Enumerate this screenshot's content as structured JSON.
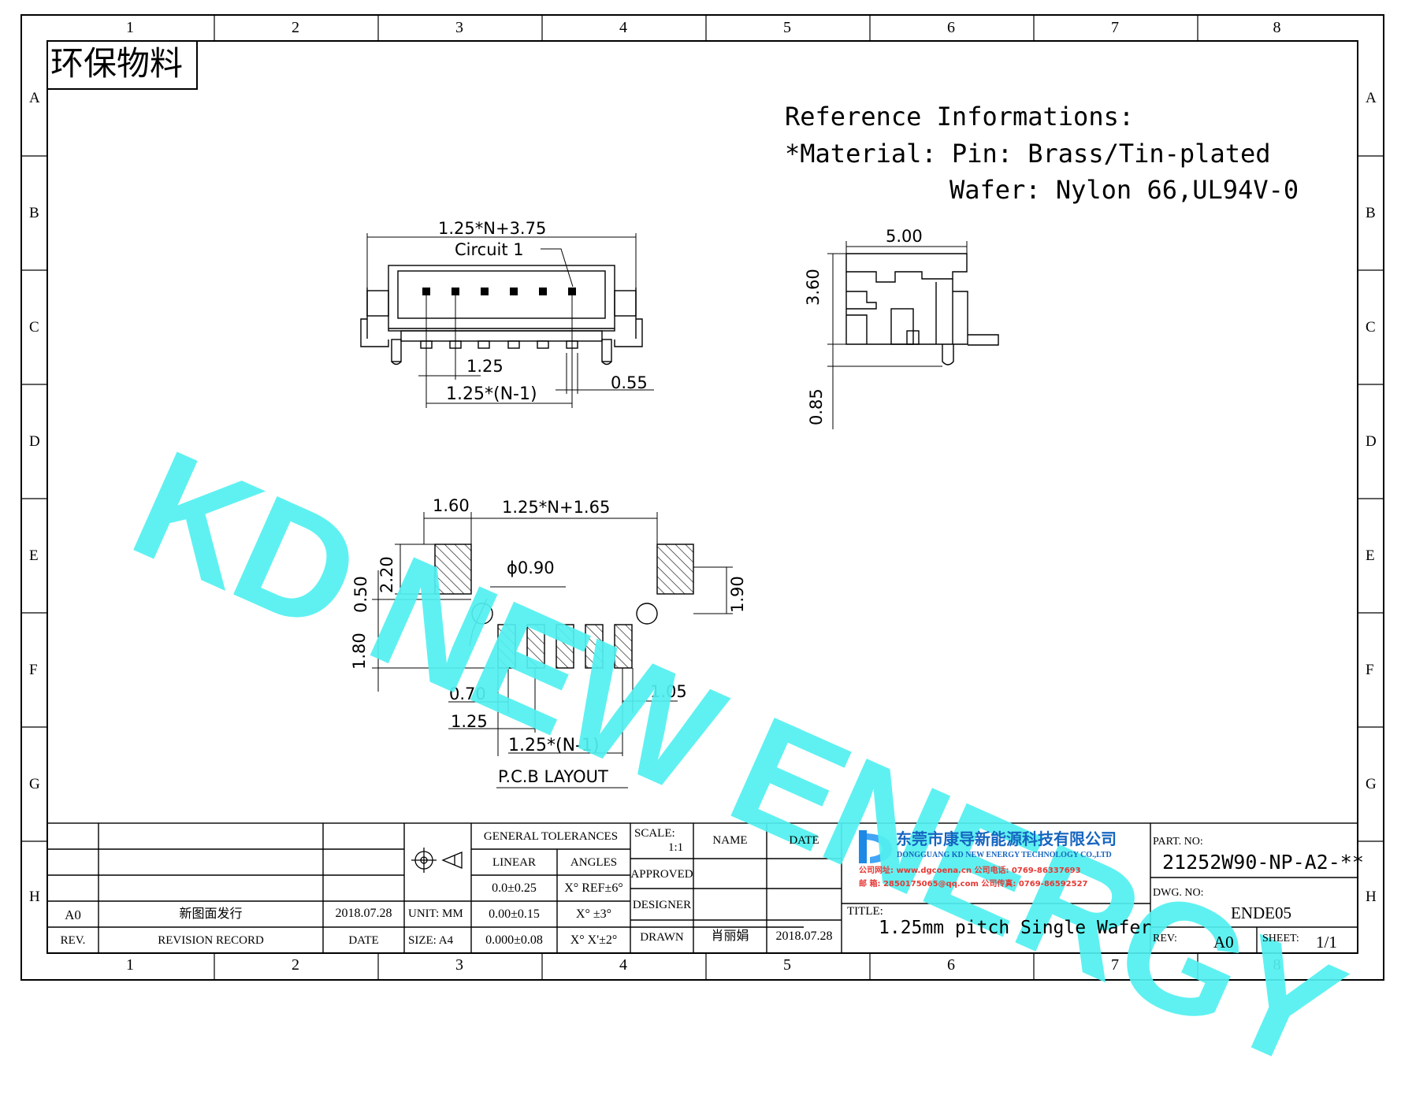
{
  "frame": {
    "col_labels": [
      "1",
      "2",
      "3",
      "4",
      "5",
      "6",
      "7",
      "8"
    ],
    "row_labels": [
      "A",
      "B",
      "C",
      "D",
      "E",
      "F",
      "G",
      "H"
    ]
  },
  "stamp": "环保物料",
  "watermark": "KD NEW ENERGY",
  "reference": {
    "line1": "Reference Informations:",
    "line2": "*Material: Pin: Brass/Tin-plated",
    "line3": "Wafer: Nylon 66,UL94V-0"
  },
  "front_view": {
    "overall": "1.25*N+3.75",
    "circuit": "Circuit  1",
    "pitch": "1.25",
    "span": "1.25*(N-1)",
    "pin": "0.55"
  },
  "side_view": {
    "width": "5.00",
    "height": "3.60",
    "depth": "0.85"
  },
  "pcb": {
    "pad_w": "1.60",
    "overall": "1.25*N+1.65",
    "pad_h": "2.20",
    "hole": "ϕ0.90",
    "offset_a": "0.50",
    "offset_b": "1.90",
    "row": "1.80",
    "slot_w": "0.70",
    "edge": "1.05",
    "pitch": "1.25",
    "span": "1.25*(N-1)",
    "caption": "P.C.B  LAYOUT"
  },
  "title_block": {
    "revision": {
      "rev_value": "A0",
      "record_value": "新图面发行",
      "date_value": "2018.07.28",
      "rev_header": "REV.",
      "record_header": "REVISION RECORD",
      "date_header": "DATE"
    },
    "unit": "UNIT: MM",
    "size": "SIZE: A4",
    "tolerances": {
      "header": "GENERAL TOLERANCES",
      "linear_header": "LINEAR",
      "angles_header": "ANGLES",
      "linear": [
        "0.0±0.25",
        "0.00±0.15",
        "0.000±0.08"
      ],
      "angles": [
        "X° REF±6°",
        "X° ±3°",
        "X° X'±2°"
      ]
    },
    "scale_label": "SCALE:",
    "scale_value": "1:1",
    "approved": "APPROVED",
    "designer": "DESIGNER",
    "drawn": "DRAWN",
    "name_header": "NAME",
    "date_header": "DATE",
    "drawn_name": "肖丽娟",
    "drawn_date": "2018.07.28",
    "company": {
      "name_cn": "东莞市康导新能源科技有限公司",
      "name_en": "DONGGUANG KD NEW ENERGY TECHNOLOGY CO.,LTD",
      "line3": "公司网址: www.dgcoena.cn    公司电话: 0769-86337693",
      "line4": "邮      箱: 2850175065@qq.com  公司传真: 0769-86592527",
      "logo_colors": [
        "#1E88E5",
        "#42A5F5"
      ]
    },
    "title_label": "TITLE:",
    "title": "1.25mm pitch Single Wafer",
    "part_label": "PART. NO:",
    "part_no": "21252W90-NP-A2-**",
    "dwg_label": "DWG. NO:",
    "dwg_no": "ENDE05",
    "rev_label": "REV:",
    "rev": "A0",
    "sheet_label": "SHEET:",
    "sheet": "1/1"
  }
}
